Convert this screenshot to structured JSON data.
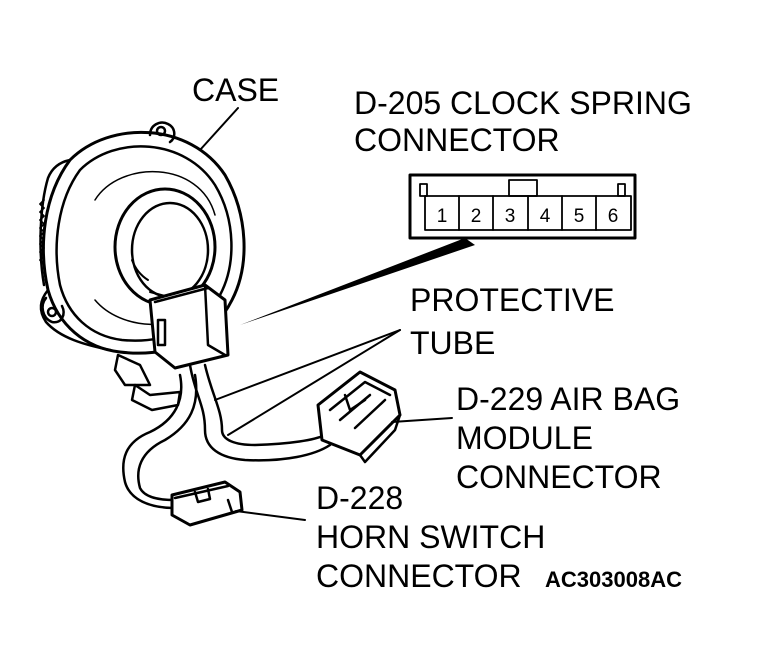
{
  "labels": {
    "case": "CASE",
    "clock_spring_line1": "D-205 CLOCK SPRING",
    "clock_spring_line2": "CONNECTOR",
    "protective_line1": "PROTECTIVE",
    "protective_line2": "TUBE",
    "airbag_line1": "D-229 AIR BAG",
    "airbag_line2": "MODULE",
    "airbag_line3": "CONNECTOR",
    "horn_line1": "D-228",
    "horn_line2": "HORN SWITCH",
    "horn_line3": "CONNECTOR",
    "figure_code": "AC303008AC"
  },
  "connector_pins": [
    "1",
    "2",
    "3",
    "4",
    "5",
    "6"
  ],
  "colors": {
    "ink": "#000000",
    "paper": "#ffffff"
  }
}
